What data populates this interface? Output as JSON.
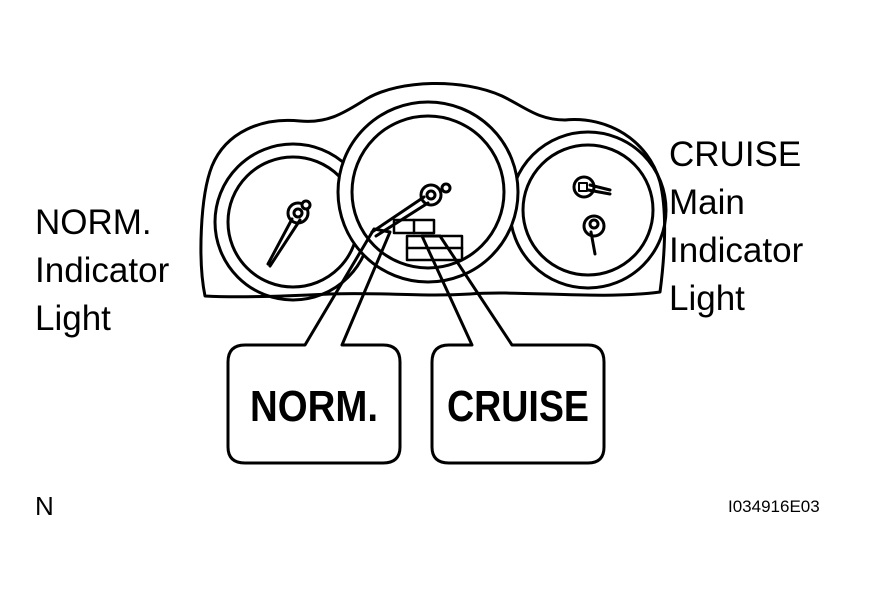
{
  "labels": {
    "left_line1": "NORM.",
    "left_line2": "Indicator",
    "left_line3": "Light",
    "right_line1": "CRUISE",
    "right_line2": "Main",
    "right_line3": "Indicator",
    "right_line4": "Light"
  },
  "callouts": {
    "norm": "NORM.",
    "cruise": "CRUISE"
  },
  "footer": {
    "code": "N",
    "figure_id": "I034916E03"
  },
  "colors": {
    "line": "#000000",
    "background": "#ffffff"
  }
}
